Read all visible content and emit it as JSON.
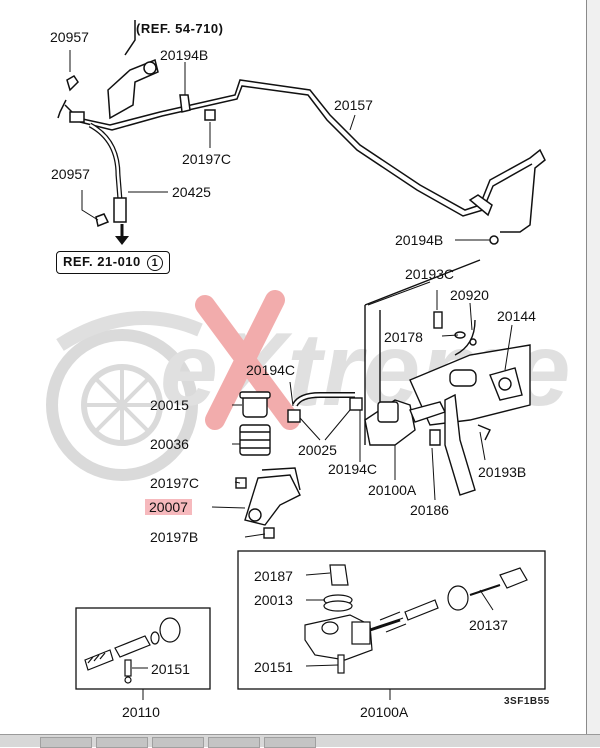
{
  "refs": {
    "ref_54_710": "(REF. 54-710)",
    "ref_21_010": "REF. 21-010"
  },
  "ref_21_010_circle": "1",
  "labels": {
    "p20957_top": "20957",
    "p20194B_top": "20194B",
    "p20157": "20157",
    "p20197C_top": "20197C",
    "p20957_mid": "20957",
    "p20425": "20425",
    "p20194B_right": "20194B",
    "p20193C": "20193C",
    "p20920": "20920",
    "p20144": "20144",
    "p20178": "20178",
    "p20194C_mid": "20194C",
    "p20015": "20015",
    "p20036": "20036",
    "p20025": "20025",
    "p20194C_low": "20194C",
    "p20193B": "20193B",
    "p20197C_low": "20197C",
    "p20100A_mid": "20100A",
    "p20007": "20007",
    "p20186": "20186",
    "p20197B": "20197B",
    "p20187": "20187",
    "p20013": "20013",
    "p20137": "20137",
    "p20151_left": "20151",
    "p20151_right": "20151",
    "p20110": "20110",
    "p20100A_bottom": "20100A"
  },
  "diagram_code": "3SF1B55",
  "watermark": {
    "text": "eXtreme",
    "letter_color": "#c8c8c8",
    "x_color": "#e86a6a"
  },
  "highlight_color": "#f6b9bd"
}
